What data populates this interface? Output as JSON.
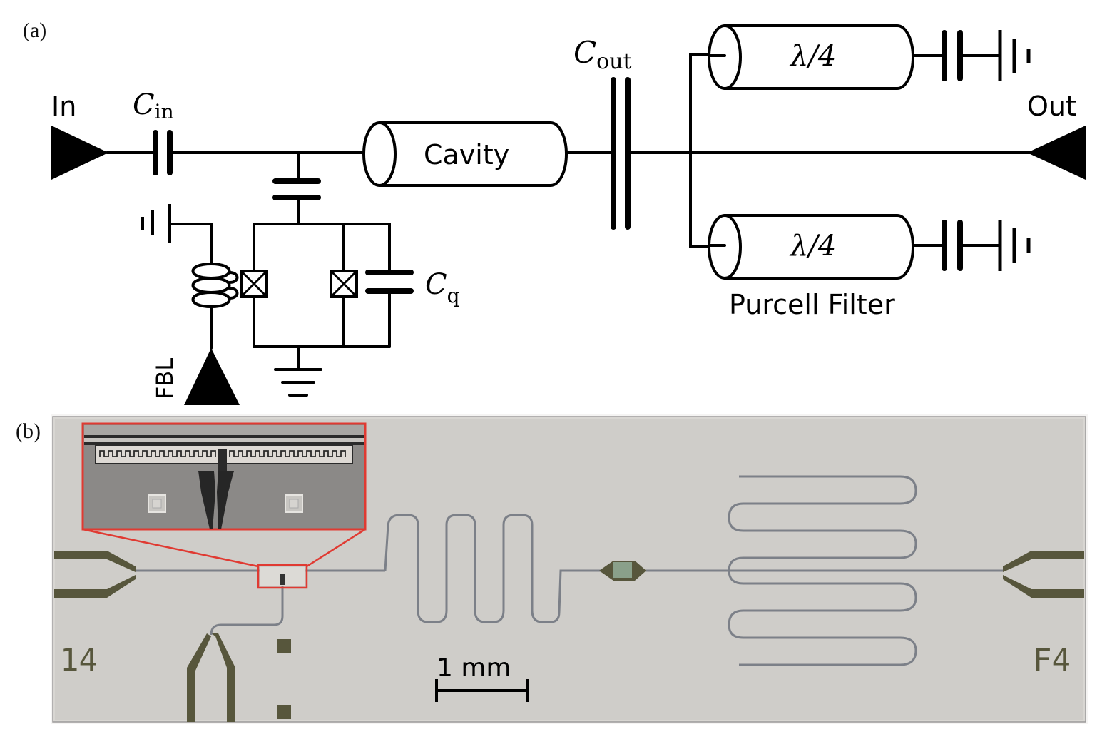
{
  "panels": {
    "a": {
      "label": "(a)"
    },
    "b": {
      "label": "(b)"
    }
  },
  "circuit": {
    "in_label": "In",
    "out_label": "Out",
    "fbl_label": "FBL",
    "cin": {
      "main": "C",
      "sub": "in"
    },
    "cout": {
      "main": "C",
      "sub": "out"
    },
    "cq": {
      "main": "C",
      "sub": "q"
    },
    "cavity_label": "Cavity",
    "filter_top_label": "λ/4",
    "filter_bottom_label": "λ/4",
    "purcell_label": "Purcell Filter"
  },
  "chip": {
    "left_number": "14",
    "right_number": "F4",
    "scale_label": "1 mm",
    "colors": {
      "substrate": "#cfcdc9",
      "pad": "#57563c",
      "inset_border": "#e03a32"
    }
  }
}
